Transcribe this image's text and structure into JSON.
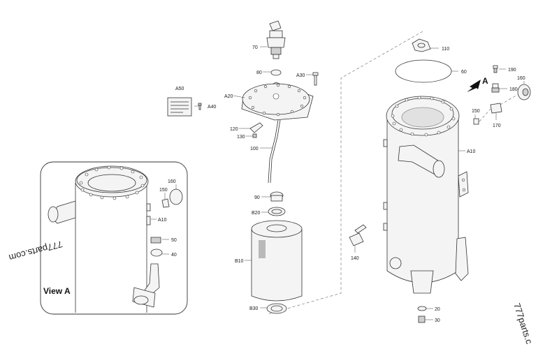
{
  "labels": {
    "p70": "70",
    "p80": "80",
    "pA30": "A30",
    "pA20": "A20",
    "pA50": "A50",
    "pA40": "A40",
    "p120": "120",
    "p130": "130",
    "p100": "100",
    "p90": "90",
    "pB20": "B20",
    "pB10": "B10",
    "pB30": "B30",
    "p110": "110",
    "p60": "60",
    "p190": "190",
    "p180": "180",
    "p160": "160",
    "p150": "150",
    "p170": "170",
    "pA10": "A10",
    "p140": "140",
    "p20": "20",
    "p30": "30",
    "vA_160": "160",
    "vA_150": "150",
    "vA_A10": "A10",
    "vA_50": "50",
    "vA_40": "40"
  },
  "view_a": {
    "title": "View A"
  },
  "view_arrow": {
    "letter": "A"
  },
  "watermarks": {
    "left": "777parts.com",
    "right": "777parts.c"
  }
}
